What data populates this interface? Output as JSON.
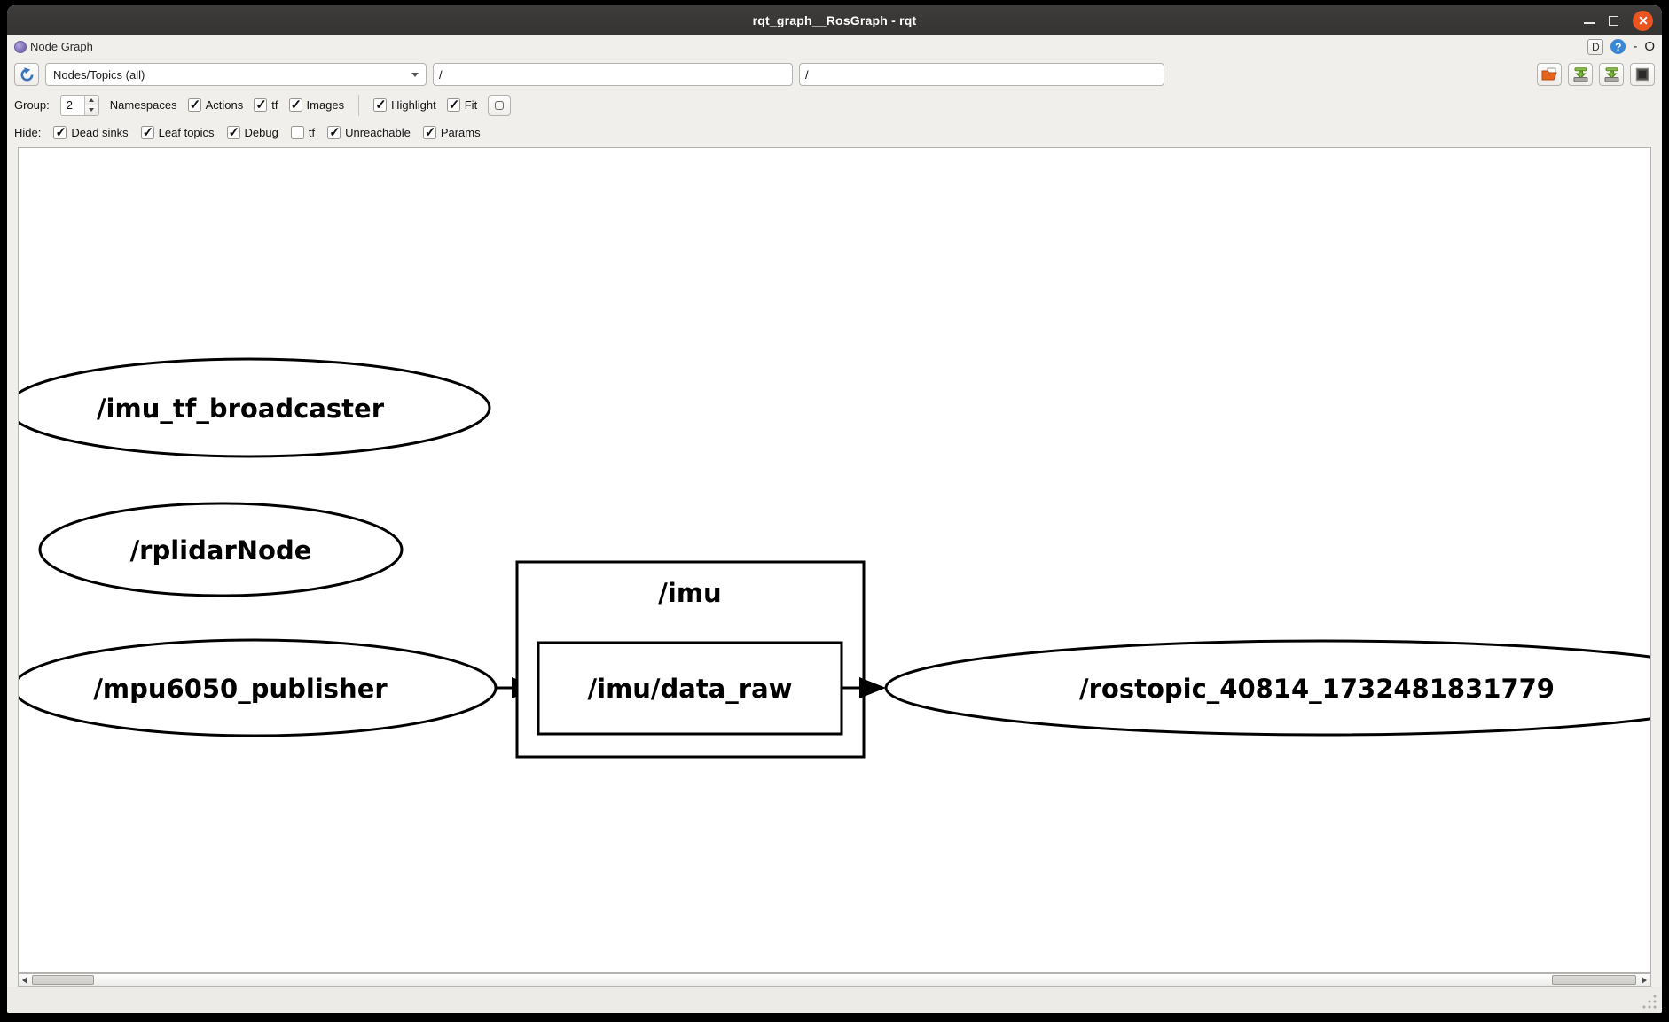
{
  "window": {
    "title": "rqt_graph__RosGraph - rqt"
  },
  "panel_header": {
    "title": "Node Graph",
    "dock_button_label": "D",
    "help_label": "?",
    "minimize_label": "-",
    "close_label": "O"
  },
  "toolbar": {
    "refresh_icon": "refresh-circular-arrow",
    "graph_type_select": {
      "value": "Nodes/Topics (all)"
    },
    "node_filter": {
      "value": "/"
    },
    "topic_filter": {
      "value": "/"
    },
    "right_icons": [
      "open-dot-file-icon",
      "save-dot-file-icon",
      "save-image-icon",
      "screenshot-icon"
    ]
  },
  "options_bar": {
    "group_label": "Group:",
    "group_value": "2",
    "namespaces_label": "Namespaces",
    "toggles": [
      {
        "label": "Actions",
        "checked": true
      },
      {
        "label": "tf",
        "checked": true
      },
      {
        "label": "Images",
        "checked": true
      }
    ],
    "view_toggles": [
      {
        "label": "Highlight",
        "checked": true
      },
      {
        "label": "Fit",
        "checked": true
      }
    ]
  },
  "hide_bar": {
    "label": "Hide:",
    "toggles": [
      {
        "label": "Dead sinks",
        "checked": true
      },
      {
        "label": "Leaf topics",
        "checked": true
      },
      {
        "label": "Debug",
        "checked": true
      },
      {
        "label": "tf",
        "checked": false
      },
      {
        "label": "Unreachable",
        "checked": true
      },
      {
        "label": "Params",
        "checked": true
      }
    ]
  },
  "graph": {
    "nodes": [
      {
        "label": "/imu_tf_broadcaster",
        "shape": "ellipse"
      },
      {
        "label": "/rplidarNode",
        "shape": "ellipse"
      },
      {
        "label": "/mpu6050_publisher",
        "shape": "ellipse"
      },
      {
        "label": "/imu",
        "shape": "namespace-box"
      },
      {
        "label": "/imu/data_raw",
        "shape": "box"
      },
      {
        "label": "/rostopic_40814_1732481831779",
        "shape": "ellipse"
      }
    ],
    "edges": [
      {
        "from": "/mpu6050_publisher",
        "to": "/imu/data_raw"
      },
      {
        "from": "/imu/data_raw",
        "to": "/rostopic_40814_1732481831779"
      }
    ]
  },
  "colors": {
    "titlebar": "#3a3834",
    "close_button": "#e9541f",
    "accent_blue": "#3b74bd",
    "panel_bg": "#f0efec",
    "canvas_bg": "#ffffff",
    "graph_stroke": "#000000"
  }
}
